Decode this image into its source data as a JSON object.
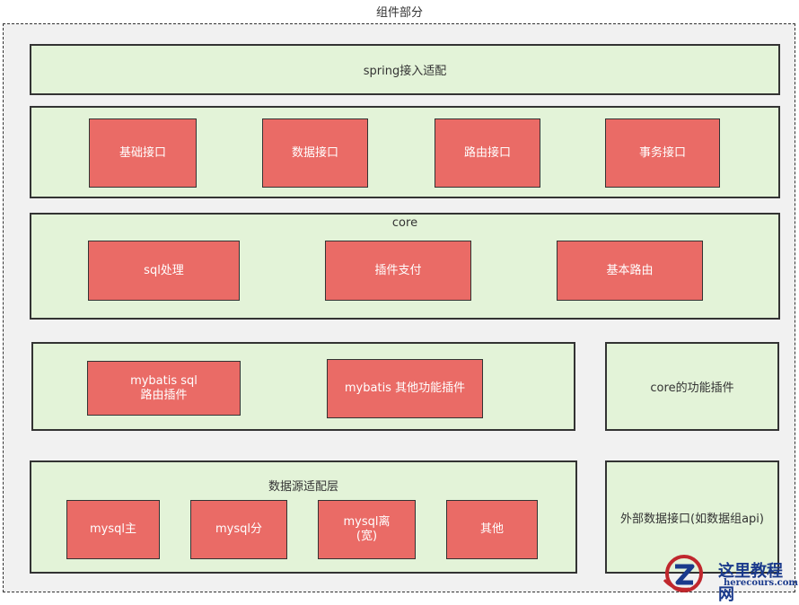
{
  "diagram": {
    "title": "组件部分",
    "spring_layer": {
      "label": "spring接入适配"
    },
    "interface_layer": {
      "items": [
        "基础接口",
        "数据接口",
        "路由接口",
        "事务接口"
      ]
    },
    "core_layer": {
      "label": "core",
      "items": [
        "sql处理",
        "插件支付",
        "基本路由"
      ]
    },
    "plugin_layer": {
      "items": [
        {
          "line1": "mybatis sql",
          "line2": "路由插件"
        },
        {
          "line1": "mybatis 其他功能插件"
        }
      ]
    },
    "core_plugin": {
      "label": "core的功能插件"
    },
    "datasource_layer": {
      "label": "数据源适配层",
      "items": [
        {
          "line1": "mysql主"
        },
        {
          "line1": "mysql分"
        },
        {
          "line1": "mysql离",
          "line2": "(宽)"
        },
        {
          "line1": "其他"
        }
      ]
    },
    "external": {
      "label": "外部数据接口(如数据组api)"
    }
  },
  "watermark": {
    "text_cn": "这里教程网",
    "text_en": "herecours.com"
  },
  "colors": {
    "green_fill": "#e3f3d8",
    "red_fill": "#ea6b66",
    "border": "#333333"
  }
}
